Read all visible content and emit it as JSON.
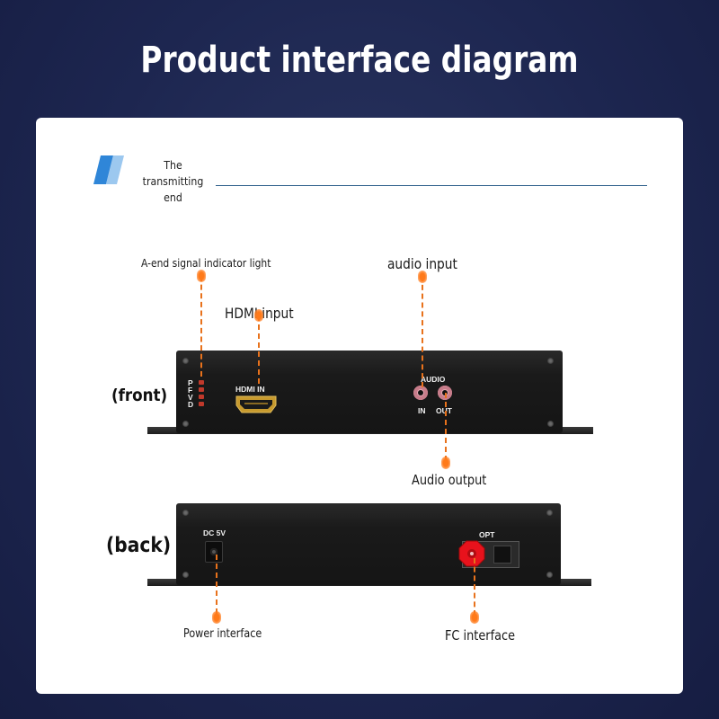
{
  "page": {
    "title": "Product interface diagram"
  },
  "section": {
    "label_line1": "The transmitting",
    "label_line2": "end"
  },
  "front": {
    "side_label": "(front)",
    "leds": [
      "P",
      "F",
      "V",
      "D"
    ],
    "hdmi_port_text": "HDMI IN",
    "audio_text": "AUDIO",
    "audio_in_text": "IN",
    "audio_out_text": "OUT"
  },
  "back": {
    "side_label": "(back)",
    "dc_text": "DC 5V",
    "opt_text": "OPT"
  },
  "callouts": {
    "indicator": "A-end signal indicator light",
    "hdmi_input": "HDMI input",
    "audio_input": "audio input",
    "audio_output": "Audio output",
    "power": "Power interface",
    "fc": "FC interface"
  },
  "colors": {
    "accent": "#e8721c",
    "card": "#ffffff",
    "background": "#1d2650",
    "device": "#1a1a1a",
    "fc_connector": "#e8121c"
  }
}
